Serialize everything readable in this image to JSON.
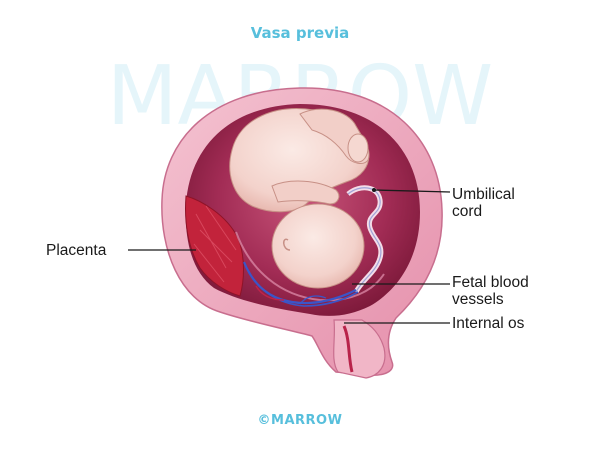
{
  "title": "Vasa previa",
  "watermark": "MARROW",
  "labels": {
    "umbilical_cord": "Umbilical\ncord",
    "placenta": "Placenta",
    "fetal_blood_vessels": "Fetal blood\nvessels",
    "internal_os": "Internal os"
  },
  "credit": "©MARROW",
  "colors": {
    "title": "#57bfdc",
    "uterine_wall": "#e89bb3",
    "uterine_cavity": "#9b2349",
    "placenta": "#c2233b",
    "fetus": "#f6dcd6",
    "fetal_vessels": "#3b55c8"
  }
}
